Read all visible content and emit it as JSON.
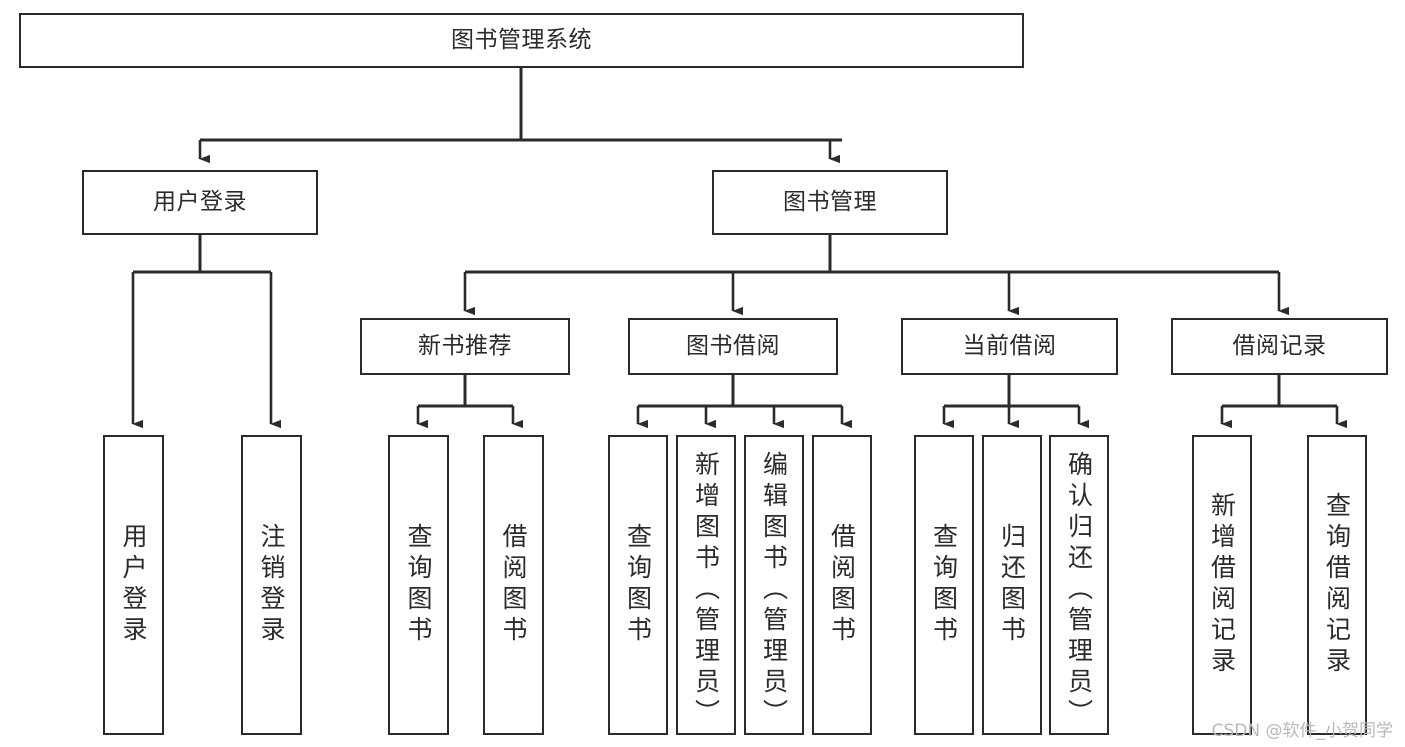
{
  "diagram": {
    "type": "tree-hierarchy-chart",
    "title": "图书管理系统",
    "watermark": "CSDN @软件_小贺同学",
    "stroke_color": "#2b2b2b",
    "fill_color": "#ffffff",
    "background_color": "#ffffff",
    "nodes": {
      "root": {
        "label": "图书管理系统",
        "level": 1
      },
      "l2": [
        {
          "id": "user-login",
          "label": "用户登录",
          "level": 2
        },
        {
          "id": "book-manage",
          "label": "图书管理",
          "level": 2
        }
      ],
      "l3": [
        {
          "id": "new-book-rec",
          "label": "新书推荐",
          "level": 3
        },
        {
          "id": "book-borrow",
          "label": "图书借阅",
          "level": 3
        },
        {
          "id": "current-borrow",
          "label": "当前借阅",
          "level": 3
        },
        {
          "id": "borrow-record",
          "label": "借阅记录",
          "level": 3
        }
      ],
      "leaves": [
        {
          "id": "leaf-user-login",
          "label": "用户登录",
          "parent": "user-login"
        },
        {
          "id": "leaf-user-logout",
          "label": "注销登录",
          "parent": "user-login"
        },
        {
          "id": "leaf-query-book-1",
          "label": "查询图书",
          "parent": "new-book-rec"
        },
        {
          "id": "leaf-borrow-book-1",
          "label": "借阅图书",
          "parent": "new-book-rec"
        },
        {
          "id": "leaf-query-book-2",
          "label": "查询图书",
          "parent": "book-borrow"
        },
        {
          "id": "leaf-add-book",
          "label": "新增图书（管理员）",
          "parent": "book-borrow"
        },
        {
          "id": "leaf-edit-book",
          "label": "编辑图书（管理员）",
          "parent": "book-borrow"
        },
        {
          "id": "leaf-borrow-book-2",
          "label": "借阅图书",
          "parent": "book-borrow"
        },
        {
          "id": "leaf-query-book-3",
          "label": "查询图书",
          "parent": "current-borrow"
        },
        {
          "id": "leaf-return-book",
          "label": "归还图书",
          "parent": "current-borrow"
        },
        {
          "id": "leaf-confirm-return",
          "label": "确认归还（管理员）",
          "parent": "current-borrow"
        },
        {
          "id": "leaf-add-record",
          "label": "新增借阅记录",
          "parent": "borrow-record"
        },
        {
          "id": "leaf-query-record",
          "label": "查询借阅记录",
          "parent": "borrow-record"
        }
      ]
    }
  }
}
